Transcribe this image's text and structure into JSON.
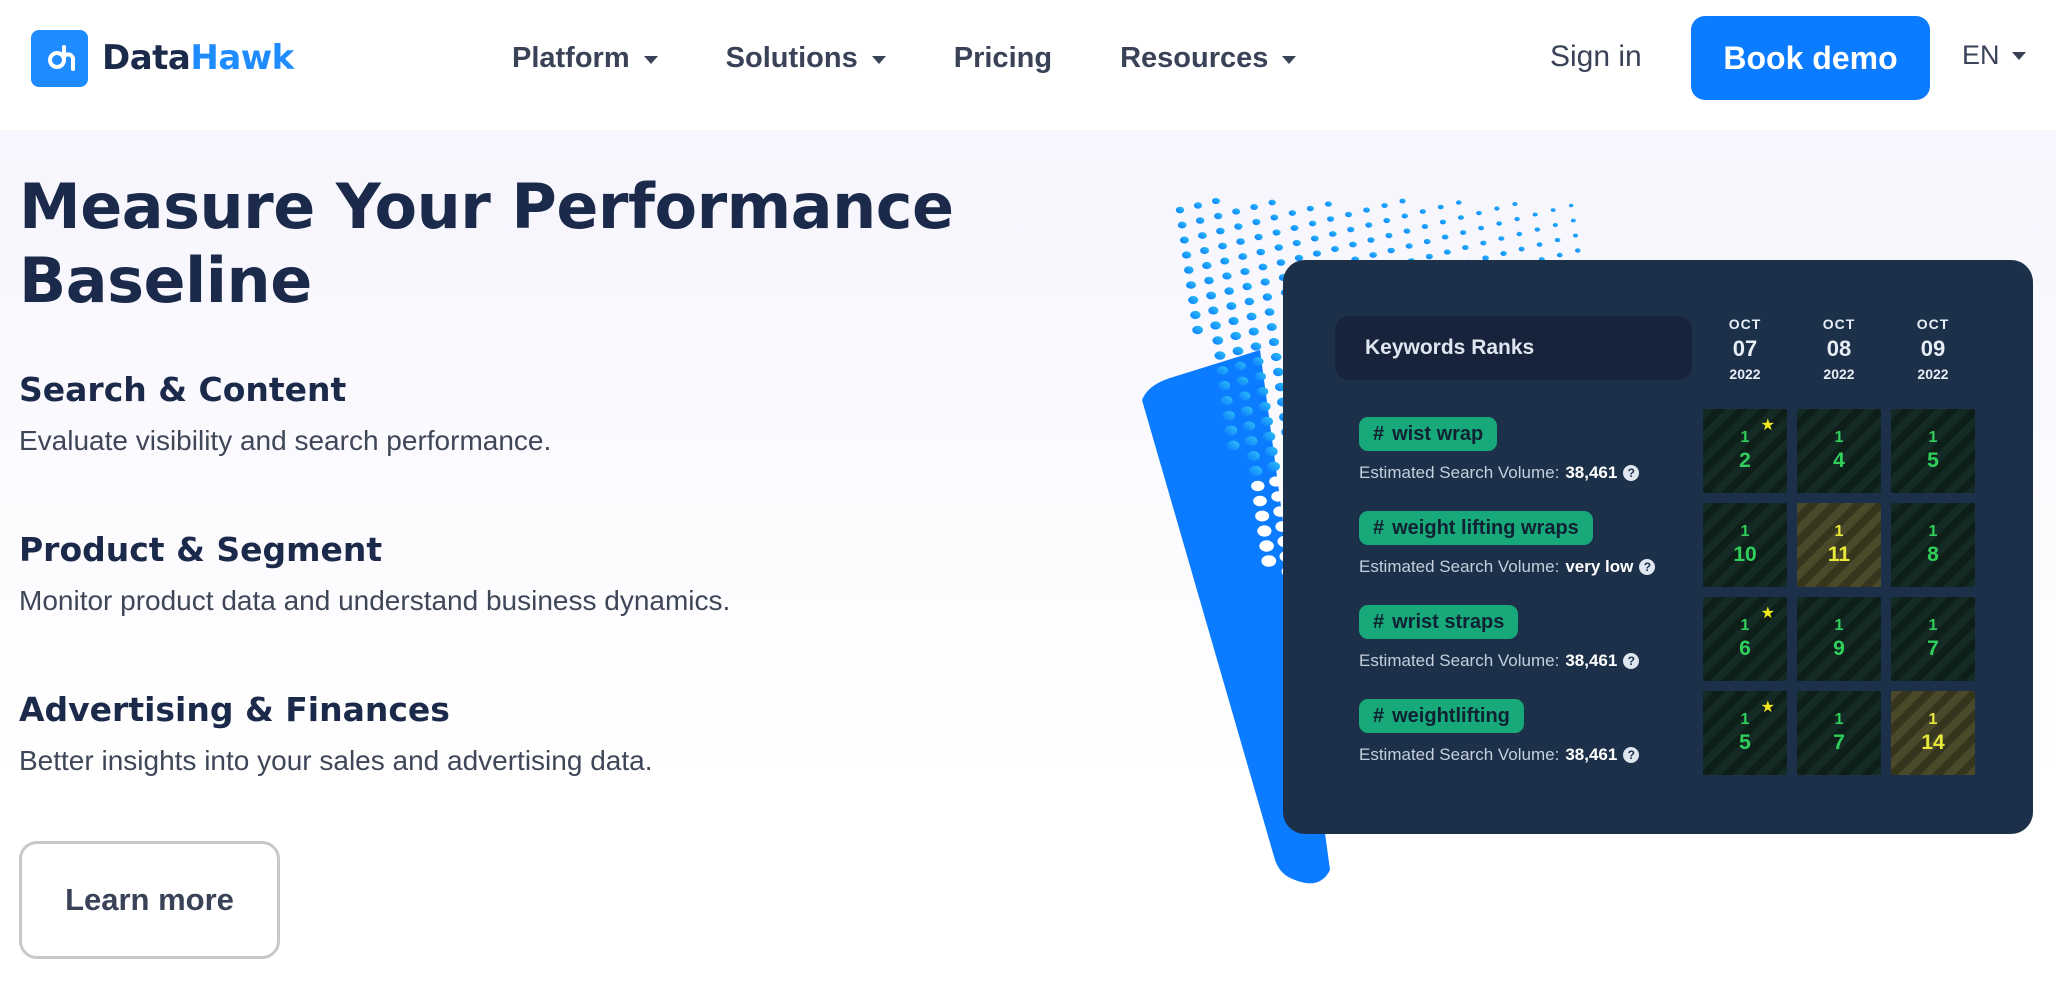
{
  "nav": {
    "logo": {
      "part1": "Data",
      "part2": "Hawk"
    },
    "items": [
      {
        "label": "Platform",
        "dropdown": true
      },
      {
        "label": "Solutions",
        "dropdown": true
      },
      {
        "label": "Pricing",
        "dropdown": false
      },
      {
        "label": "Resources",
        "dropdown": true
      }
    ],
    "sign_in": "Sign in",
    "book_demo": "Book demo",
    "language": "EN"
  },
  "hero": {
    "title_line1": "Measure Your Performance",
    "title_line2": "Baseline",
    "features": [
      {
        "title": "Search & Content",
        "desc": "Evaluate visibility and search performance."
      },
      {
        "title": "Product & Segment",
        "desc": "Monitor product data and understand business dynamics."
      },
      {
        "title": "Advertising & Finances",
        "desc": "Better insights into your sales and advertising data."
      }
    ],
    "learn_more": "Learn more"
  },
  "card": {
    "header": "Keywords Ranks",
    "dates": [
      {
        "month": "OCT",
        "day": "07",
        "year": "2022"
      },
      {
        "month": "OCT",
        "day": "08",
        "year": "2022"
      },
      {
        "month": "OCT",
        "day": "09",
        "year": "2022"
      }
    ],
    "volume_label": "Estimated Search Volume:",
    "keywords": [
      {
        "tag": "wist wrap",
        "volume": "38,461",
        "cells": [
          {
            "top": "1",
            "val": "2",
            "star": true,
            "warn": false
          },
          {
            "top": "1",
            "val": "4",
            "star": false,
            "warn": false
          },
          {
            "top": "1",
            "val": "5",
            "star": false,
            "warn": false
          }
        ]
      },
      {
        "tag": "weight lifting wraps",
        "volume": "very low",
        "cells": [
          {
            "top": "1",
            "val": "10",
            "star": false,
            "warn": false
          },
          {
            "top": "1",
            "val": "11",
            "star": false,
            "warn": true
          },
          {
            "top": "1",
            "val": "8",
            "star": false,
            "warn": false
          }
        ]
      },
      {
        "tag": "wrist straps",
        "volume": "38,461",
        "cells": [
          {
            "top": "1",
            "val": "6",
            "star": true,
            "warn": false
          },
          {
            "top": "1",
            "val": "9",
            "star": false,
            "warn": false
          },
          {
            "top": "1",
            "val": "7",
            "star": false,
            "warn": false
          }
        ]
      },
      {
        "tag": "weightlifting",
        "volume": "38,461",
        "cells": [
          {
            "top": "1",
            "val": "5",
            "star": true,
            "warn": false
          },
          {
            "top": "1",
            "val": "7",
            "star": false,
            "warn": false
          },
          {
            "top": "1",
            "val": "14",
            "star": false,
            "warn": true
          }
        ]
      }
    ]
  },
  "colors": {
    "brand": "#1e8cff",
    "primary_button": "#0b7bff",
    "heading": "#1b2a4a",
    "card_bg": "#1c3049",
    "tag_bg": "#18a97a",
    "rank_good": "#2fcf5a",
    "rank_warn": "#e8e83a"
  }
}
